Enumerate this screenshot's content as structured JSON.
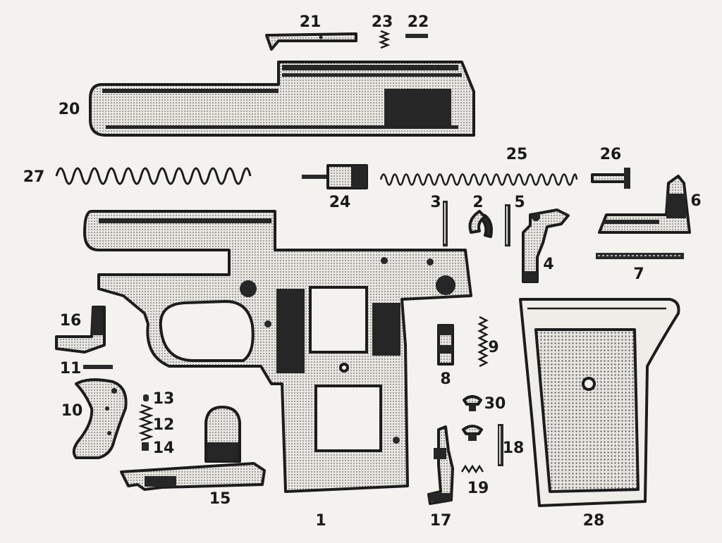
{
  "labels": {
    "l1": "1",
    "l2": "2",
    "l3": "3",
    "l4": "4",
    "l5": "5",
    "l6": "6",
    "l7": "7",
    "l8": "8",
    "l9": "9",
    "l10": "10",
    "l11": "11",
    "l12": "12",
    "l13": "13",
    "l14": "14",
    "l15": "15",
    "l16": "16",
    "l17": "17",
    "l18": "18",
    "l19": "19",
    "l20": "20",
    "l21": "21",
    "l22": "22",
    "l23": "23",
    "l24": "24",
    "l25": "25",
    "l26": "26",
    "l27": "27",
    "l28": "28",
    "l30": "30"
  }
}
